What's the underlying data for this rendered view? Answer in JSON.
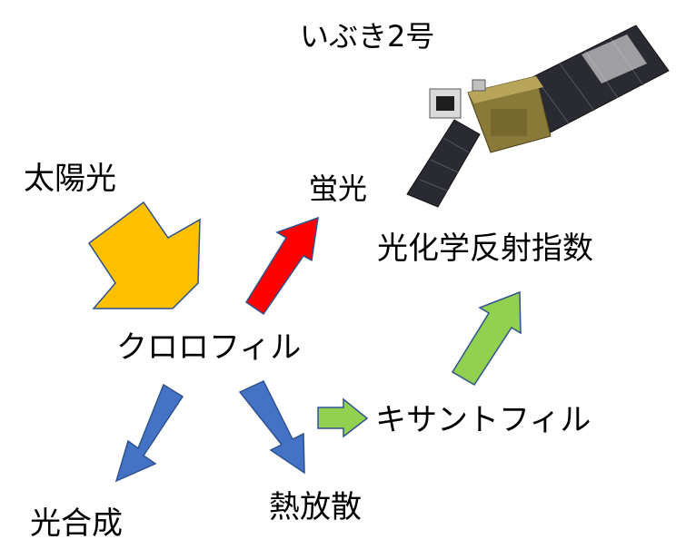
{
  "diagram": {
    "title": "いぶき2号",
    "labels": {
      "sunlight": "太陽光",
      "fluorescence": "蛍光",
      "pri": "光化学反射指数",
      "chlorophyll": "クロロフィル",
      "xanthophyll": "キサントフィル",
      "photosynthesis": "光合成",
      "heat_dissipation": "熱放散"
    },
    "arrows": [
      {
        "id": "sunlight-arrow",
        "from": "太陽光",
        "to": "クロロフィル",
        "color": "#FFC000"
      },
      {
        "id": "fluorescence-arrow",
        "from": "クロロフィル",
        "to": "蛍光",
        "color": "#FF0000"
      },
      {
        "id": "photosynthesis-arrow",
        "from": "クロロフィル",
        "to": "光合成",
        "color": "#4472C4"
      },
      {
        "id": "heat-arrow",
        "from": "クロロフィル",
        "to": "熱放散",
        "color": "#4472C4"
      },
      {
        "id": "xanthophyll-arrow",
        "from": "クロロフィル",
        "to": "キサントフィル",
        "color": "#92D050"
      },
      {
        "id": "pri-arrow",
        "from": "キサントフィル",
        "to": "光化学反射指数",
        "color": "#92D050"
      }
    ],
    "colors": {
      "sun": "#FFC000",
      "fluor": "#FF0000",
      "blue": "#4472C4",
      "green": "#92D050",
      "outline": "#2F528F",
      "satellite_body": "#8A7A3A",
      "panel": "#2A2A33"
    },
    "icon": "satellite-icon"
  }
}
